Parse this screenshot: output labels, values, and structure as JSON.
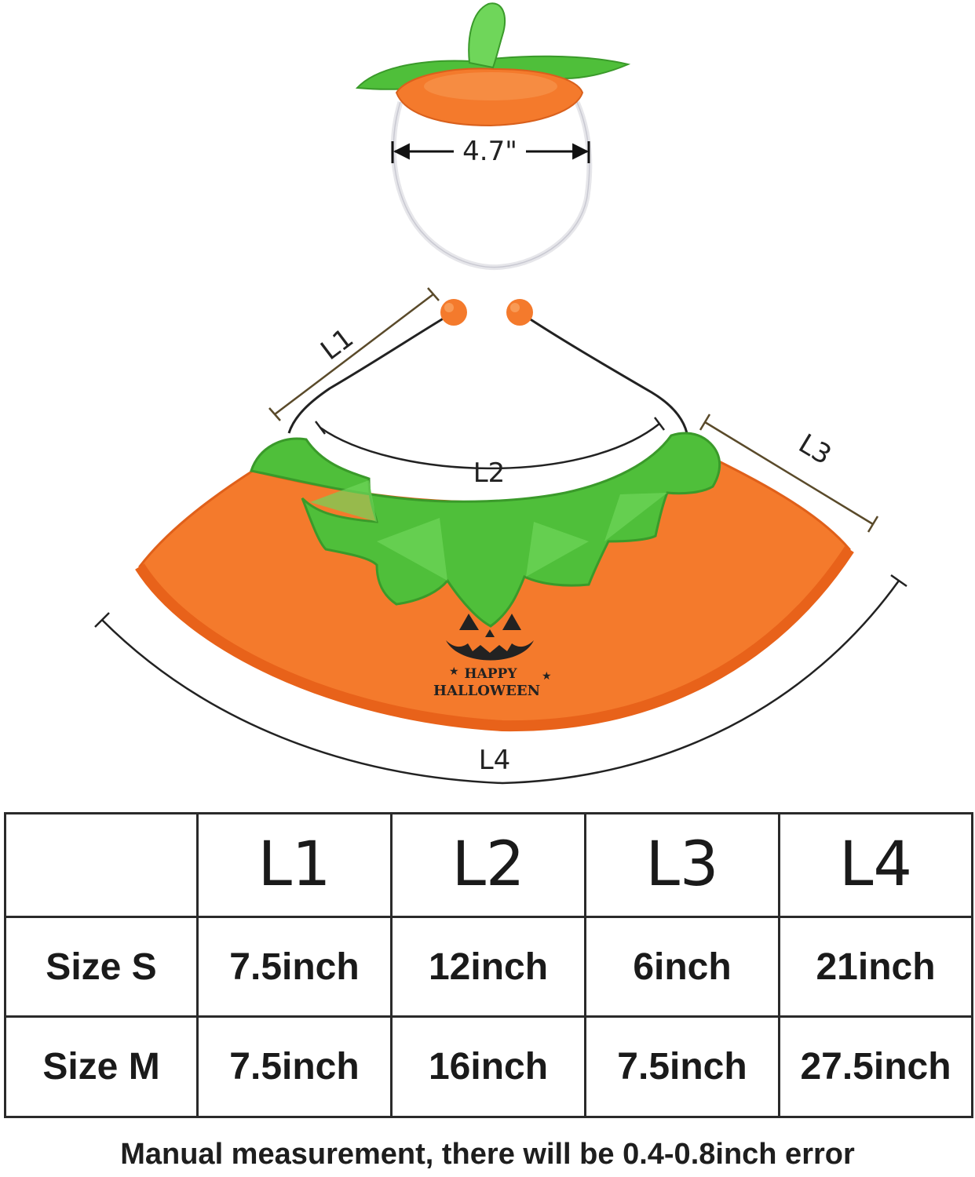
{
  "illustration": {
    "hat_width_label": "4.7\"",
    "cape_text_line1": "HAPPY",
    "cape_text_line2": "HALLOWEEN",
    "dimension_labels": {
      "l1": "L1",
      "l2": "L2",
      "l3": "L3",
      "l4": "L4"
    },
    "colors": {
      "orange": "#f47a2c",
      "orange_dark": "#e8621a",
      "green": "#4fbf3a",
      "green_light": "#6fd65a",
      "strap": "#e6e6ea"
    }
  },
  "table": {
    "header": [
      "",
      "L1",
      "L2",
      "L3",
      "L4"
    ],
    "rows": [
      {
        "label": "Size S",
        "values": [
          "7.5inch",
          "12inch",
          "6inch",
          "21inch"
        ]
      },
      {
        "label": "Size M",
        "values": [
          "7.5inch",
          "16inch",
          "7.5inch",
          "27.5inch"
        ]
      }
    ]
  },
  "note": "Manual measurement, there will be 0.4-0.8inch error"
}
